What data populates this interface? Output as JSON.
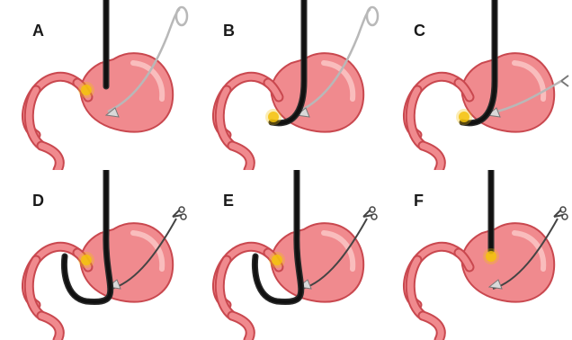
{
  "figure": {
    "colors": {
      "stomach_fill": "#f08a8e",
      "stomach_edge": "#c9484f",
      "stomach_highlight": "#fbc9c9",
      "scope": "#111111",
      "wire": "#b8b8b8",
      "marker": "#f4c20d"
    },
    "panels": [
      {
        "label": "A",
        "scope_state": "in-stomach",
        "wire_state": "loop-outside",
        "marker_site": "pylorus"
      },
      {
        "label": "B",
        "scope_state": "scope-curving",
        "wire_state": "loop-outside",
        "marker_site": "antrum"
      },
      {
        "label": "C",
        "scope_state": "scope-curving",
        "wire_state": "clip-anchored",
        "marker_site": "antrum"
      },
      {
        "label": "D",
        "scope_state": "scope-deep",
        "wire_state": "scissors-outside",
        "marker_site": "pylorus"
      },
      {
        "label": "E",
        "scope_state": "scope-deep",
        "wire_state": "scissors-outside",
        "marker_site": "pylorus"
      },
      {
        "label": "F",
        "scope_state": "scope-retracted",
        "wire_state": "scissors-outside",
        "marker_site": "cardia"
      }
    ]
  }
}
